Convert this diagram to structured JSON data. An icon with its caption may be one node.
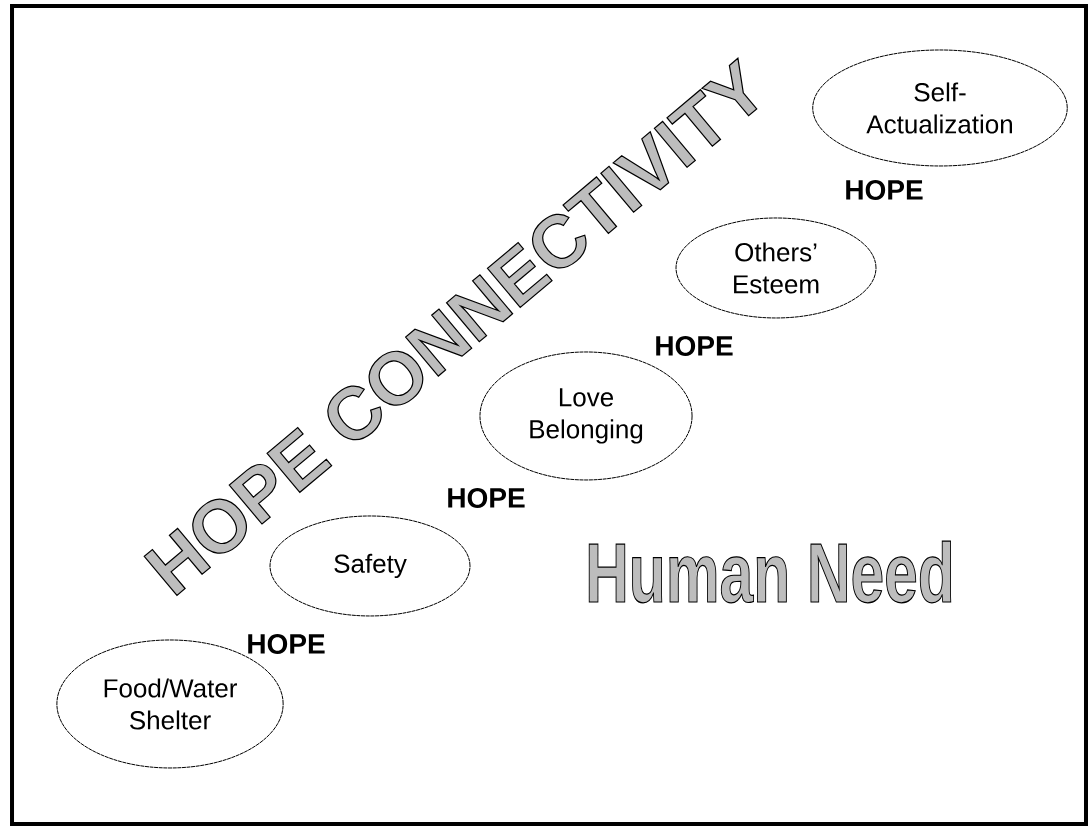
{
  "diagram": {
    "nodes": [
      {
        "text": [
          "Self-Actualization"
        ]
      },
      {
        "text": [
          "Others’ Esteem"
        ]
      },
      {
        "text": [
          "Love Belonging"
        ]
      },
      {
        "text": [
          "Safety"
        ]
      },
      {
        "text": [
          "Food/Water Shelter"
        ]
      }
    ],
    "labels": [
      "HOPE CONNECTIVITY",
      "HOPE",
      "HOPE",
      "HOPE",
      "Human Need",
      "HOPE"
    ]
  }
}
